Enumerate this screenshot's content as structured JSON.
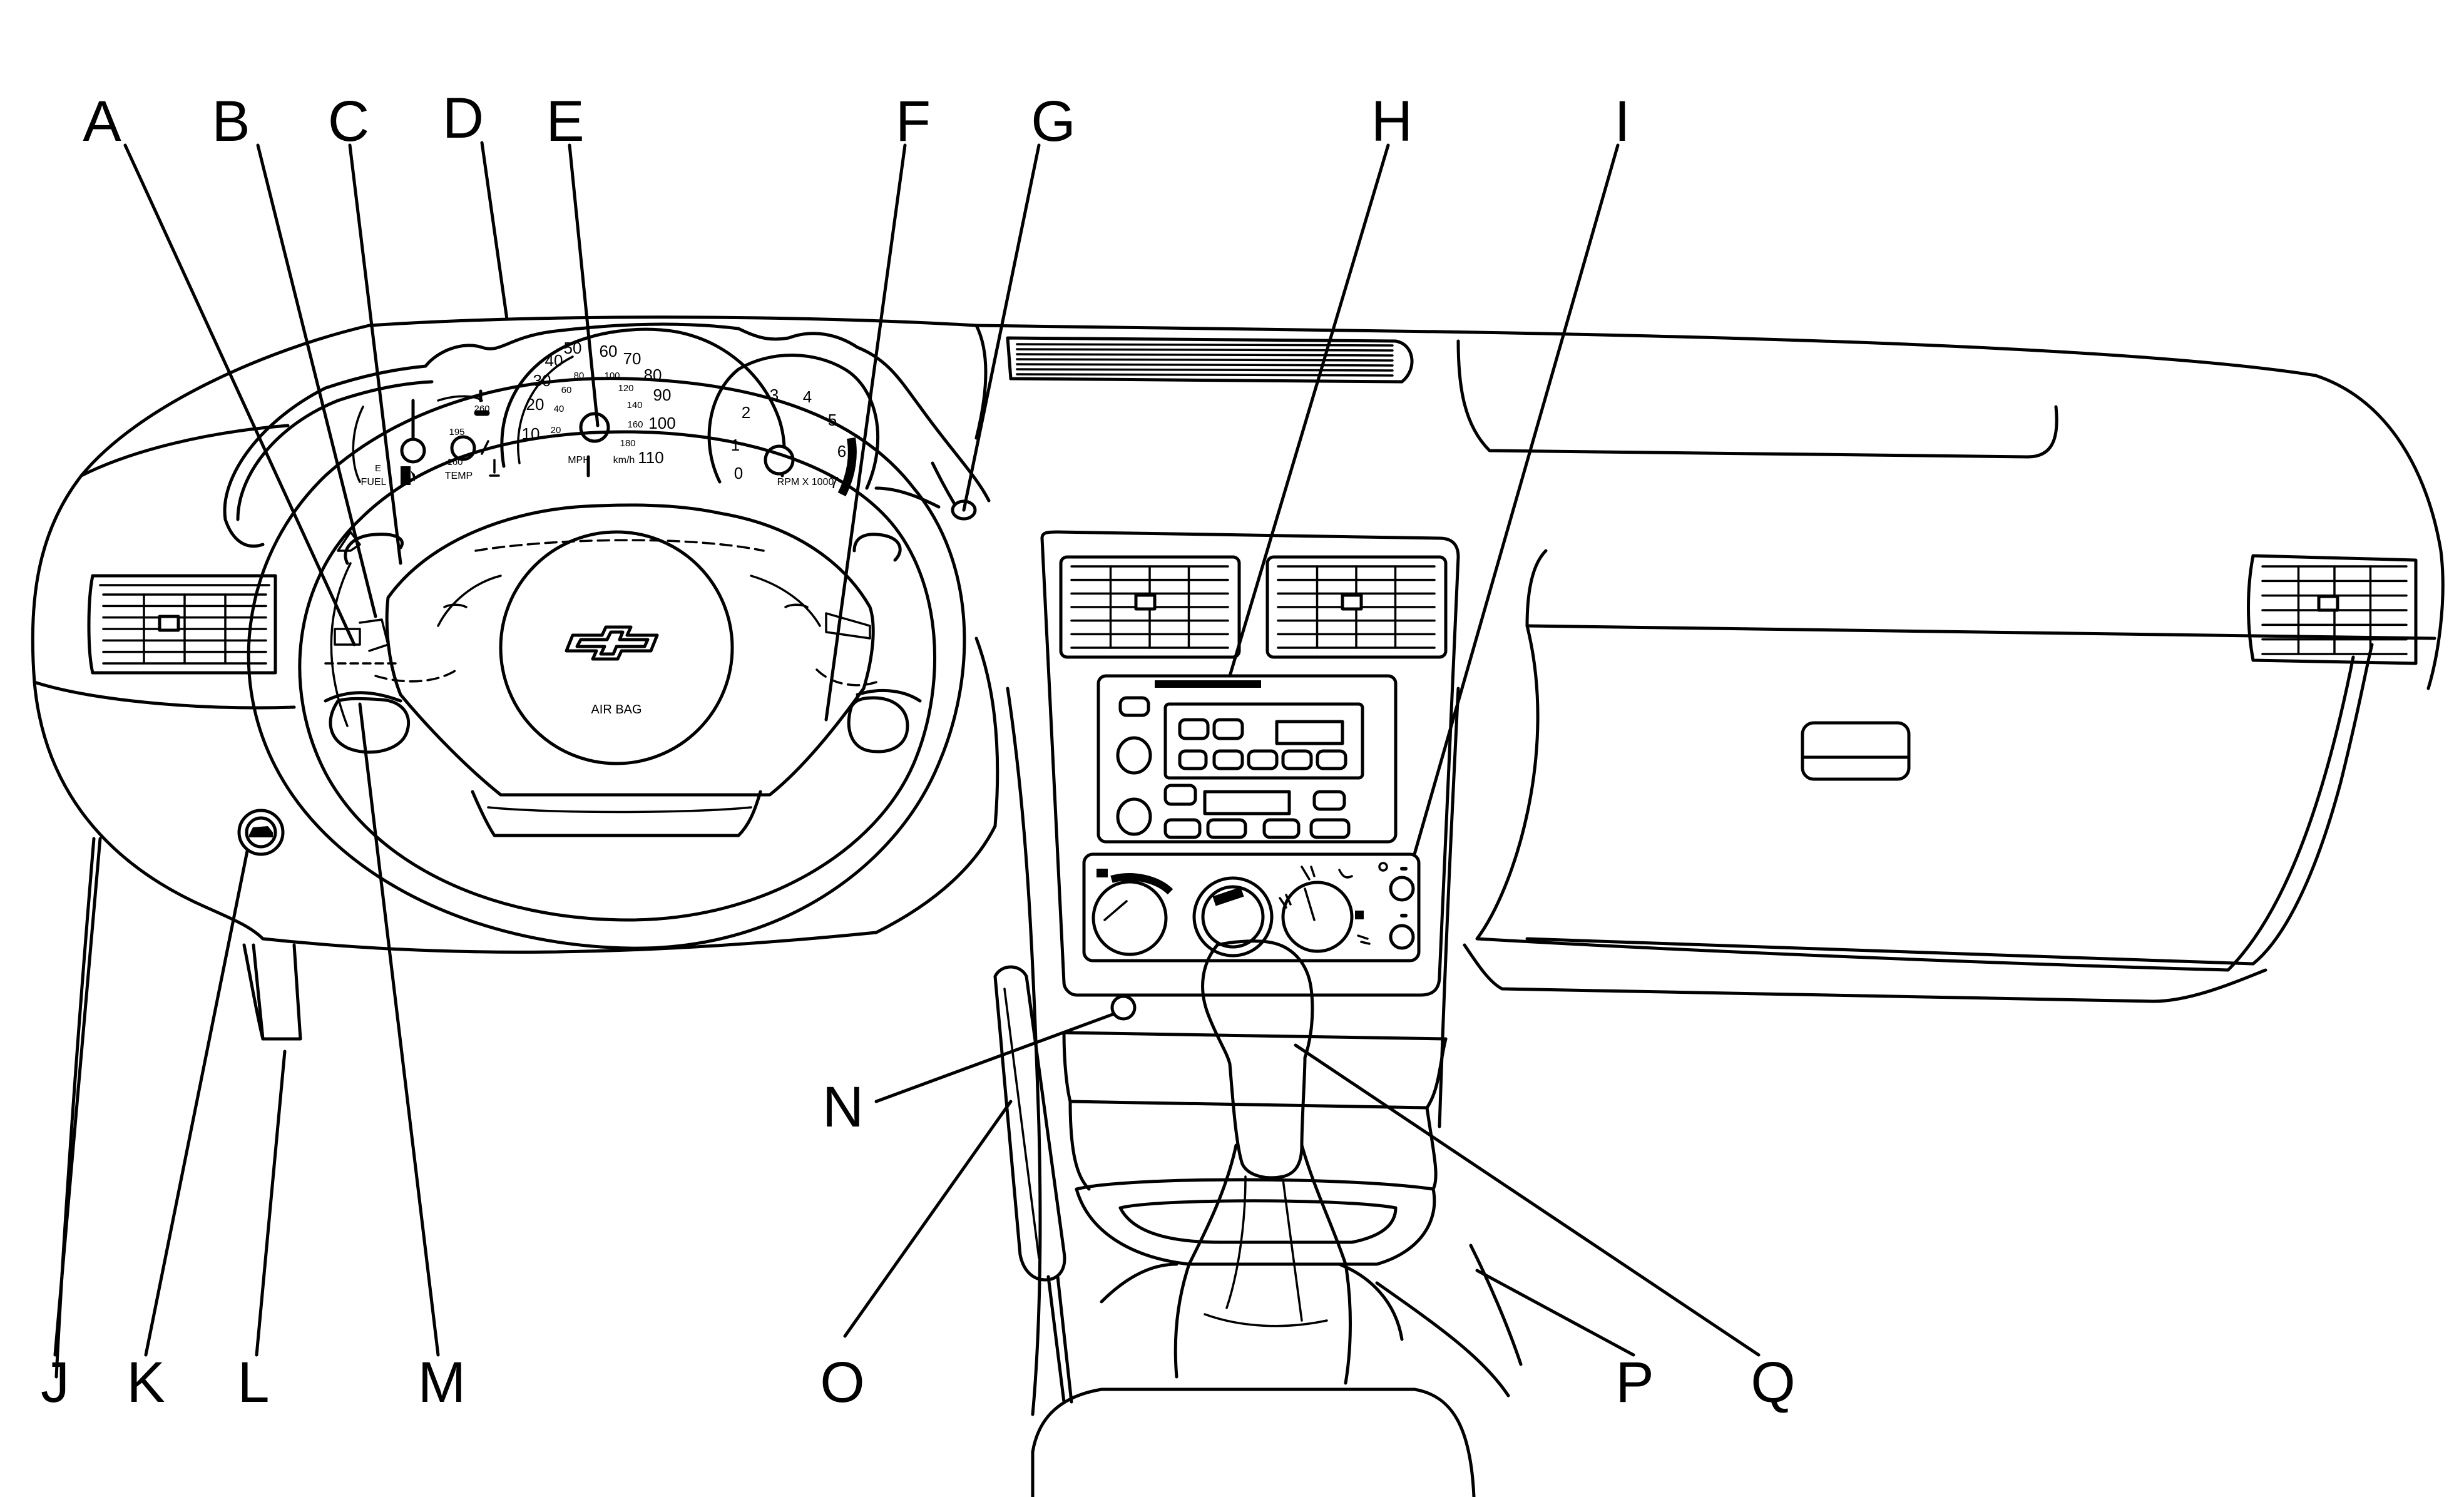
{
  "callouts": [
    "A",
    "B",
    "C",
    "D",
    "E",
    "F",
    "G",
    "H",
    "I",
    "J",
    "K",
    "L",
    "M",
    "N",
    "O",
    "P",
    "Q"
  ],
  "speedometer": {
    "mph_ticks": [
      "10",
      "20",
      "30",
      "40",
      "50",
      "60",
      "70",
      "80",
      "90",
      "100",
      "110"
    ],
    "kmh_ticks": [
      "20",
      "40",
      "60",
      "80",
      "100",
      "120",
      "140",
      "160",
      "180"
    ],
    "unit_mph": "MPH",
    "unit_kmh": "km/h"
  },
  "tachometer": {
    "ticks": [
      "0",
      "1",
      "2",
      "3",
      "4",
      "5",
      "6",
      "7"
    ],
    "label": "RPM X 1000"
  },
  "temp_gauge": {
    "ticks": [
      "160",
      "195",
      "260"
    ],
    "label": "TEMP"
  },
  "fuel_gauge": {
    "ticks": [
      "E"
    ],
    "label": "FUEL"
  },
  "airbag": {
    "label": "AIR BAG"
  },
  "icons": {
    "fuel_pump": "fuel-pump-icon",
    "coolant": "coolant-thermometer-icon",
    "trunk_release": "trunk-release-icon",
    "bowtie": "chevrolet-bowtie-emblem",
    "fan": "fan-icon",
    "sun": "sun-icon"
  }
}
